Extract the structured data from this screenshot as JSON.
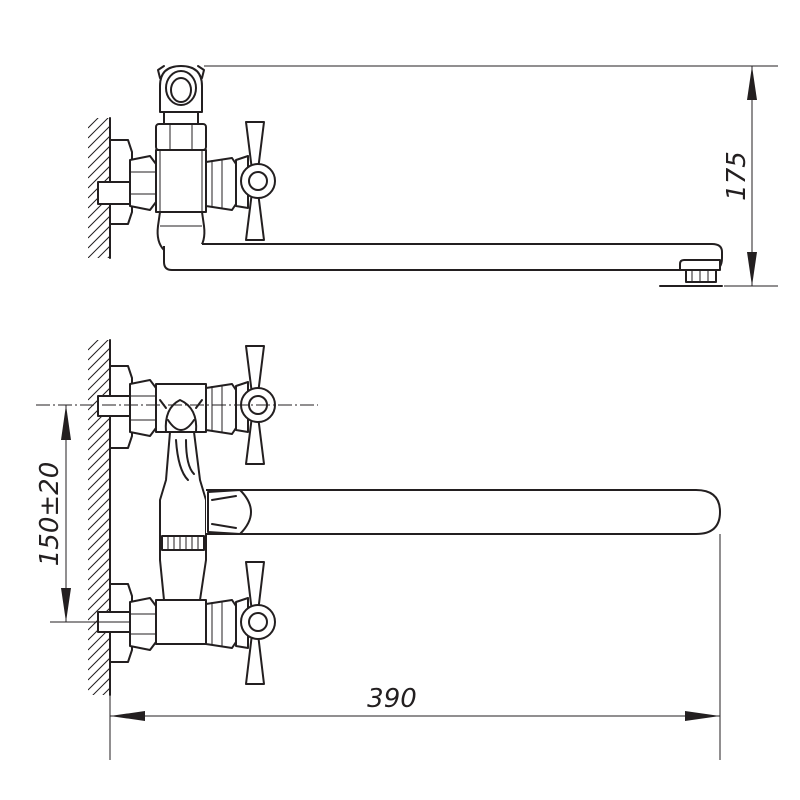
{
  "dimensions": {
    "height": "175",
    "spacing": "150±20",
    "length": "390"
  }
}
